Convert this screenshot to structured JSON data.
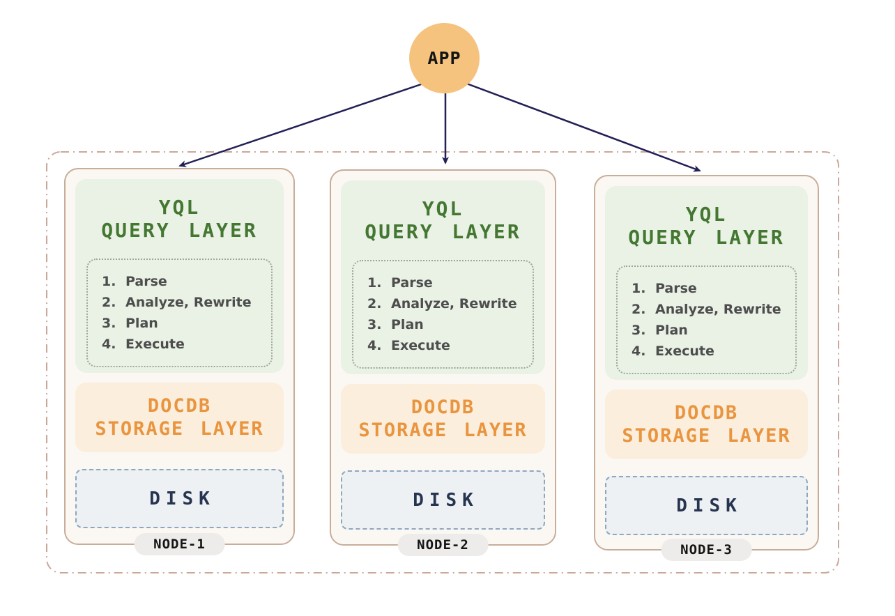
{
  "app": {
    "label": "APP"
  },
  "cluster": {
    "nodes": [
      {
        "node_label": "NODE-1",
        "query_layer": {
          "title_line1": "YQL",
          "title_line2": "QUERY LAYER",
          "steps": [
            {
              "num": "1.",
              "label": "Parse"
            },
            {
              "num": "2.",
              "label": "Analyze, Rewrite"
            },
            {
              "num": "3.",
              "label": "Plan"
            },
            {
              "num": "4.",
              "label": "Execute"
            }
          ]
        },
        "storage_layer": {
          "title_line1": "DOCDB",
          "title_line2": "STORAGE LAYER"
        },
        "disk": {
          "label": "DISK"
        }
      },
      {
        "node_label": "NODE-2",
        "query_layer": {
          "title_line1": "YQL",
          "title_line2": "QUERY LAYER",
          "steps": [
            {
              "num": "1.",
              "label": "Parse"
            },
            {
              "num": "2.",
              "label": "Analyze, Rewrite"
            },
            {
              "num": "3.",
              "label": "Plan"
            },
            {
              "num": "4.",
              "label": "Execute"
            }
          ]
        },
        "storage_layer": {
          "title_line1": "DOCDB",
          "title_line2": "STORAGE LAYER"
        },
        "disk": {
          "label": "DISK"
        }
      },
      {
        "node_label": "NODE-3",
        "query_layer": {
          "title_line1": "YQL",
          "title_line2": "QUERY LAYER",
          "steps": [
            {
              "num": "1.",
              "label": "Parse"
            },
            {
              "num": "2.",
              "label": "Analyze, Rewrite"
            },
            {
              "num": "3.",
              "label": "Plan"
            },
            {
              "num": "4.",
              "label": "Execute"
            }
          ]
        },
        "storage_layer": {
          "title_line1": "DOCDB",
          "title_line2": "STORAGE LAYER"
        },
        "disk": {
          "label": "DISK"
        }
      }
    ]
  },
  "colors": {
    "app_circle": "#f5c37e",
    "arrow": "#232055",
    "outer_border": "#cba79a",
    "node_border": "#c8ad99",
    "node_bg": "#fbf8f3",
    "query_layer_bg": "#e9f2e5",
    "query_layer_text": "#447731",
    "steps_text": "#4d4d4d",
    "steps_border": "#9ba69b",
    "storage_bg": "#fbeedc",
    "storage_text": "#e9953f",
    "disk_bg": "#edf1f4",
    "disk_border": "#8ea7be",
    "disk_text": "#263450",
    "pill_bg": "#edecea",
    "pill_text": "#141414"
  }
}
